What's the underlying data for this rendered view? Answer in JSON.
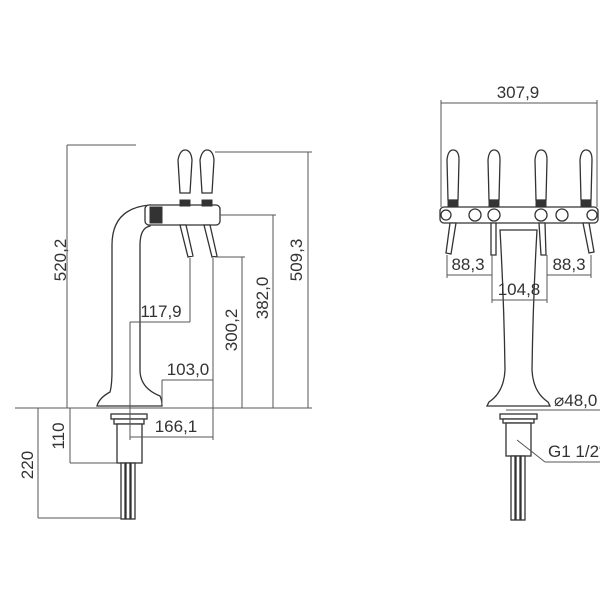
{
  "side_view": {
    "dims": {
      "total_height": "520,2",
      "handle_height": "509,3",
      "head_height": "382,0",
      "spout_height": "300,2",
      "spout_offset": "117,9",
      "base_offset": "103,0",
      "reach": "166,1",
      "shank_length": "110",
      "under_counter_length": "220"
    }
  },
  "front_view": {
    "dims": {
      "overall_width": "307,9",
      "left_tap_spacing": "88,3",
      "right_tap_spacing": "88,3",
      "center_tap_spacing": "104,8",
      "column_diameter": "⌀48,0",
      "thread": "G1 1/2“"
    }
  },
  "colors": {
    "line": "#333333"
  }
}
